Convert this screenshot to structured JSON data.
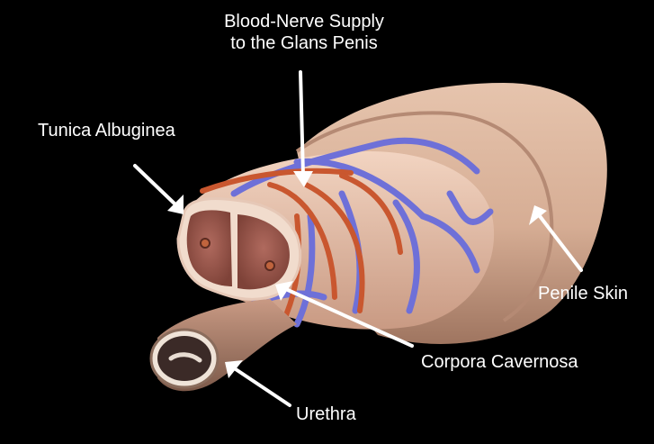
{
  "labels": {
    "blood_nerve_line1": "Blood-Nerve Supply",
    "blood_nerve_line2": "to the Glans Penis",
    "tunica": "Tunica Albuginea",
    "penile_skin": "Penile Skin",
    "corpora": "Corpora Cavernosa",
    "urethra": "Urethra"
  },
  "colors": {
    "background": "#000000",
    "label_text": "#ffffff",
    "arrow": "#ffffff",
    "skin": "#d9b49c",
    "skin_shadow": "#a8806a",
    "tunica_layer": "#f0d9cc",
    "erectile_tissue": "#9c5a50",
    "vein": "#6d6fd4",
    "artery": "#c8552f",
    "urethra_core": "#3a2a28"
  }
}
